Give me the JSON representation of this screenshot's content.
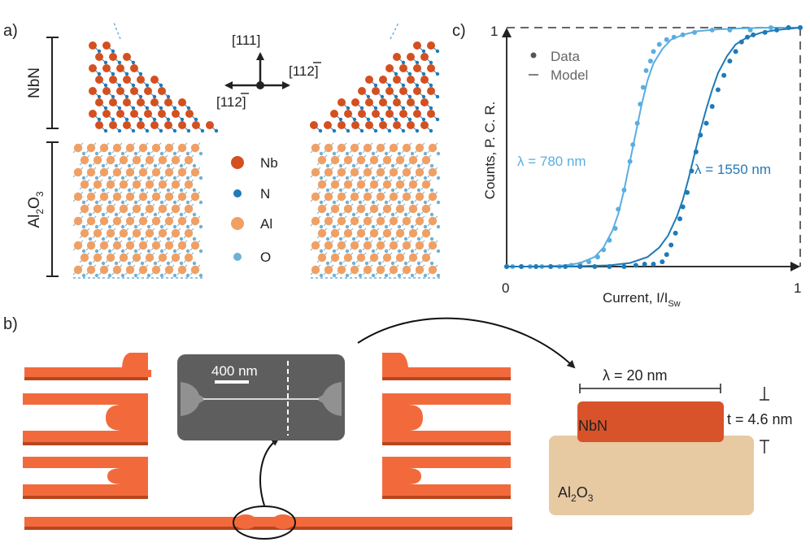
{
  "panels": {
    "a": {
      "label": "a)",
      "film_label": "NbN",
      "substrate_label_main": "Al",
      "substrate_label_sub1": "2",
      "substrate_label_mid": "O",
      "substrate_label_sub2": "3",
      "axis_up": "[111]",
      "axis_right": "[11̅ 2]",
      "axis_left": "[11̅ 2]",
      "axis_right_text": "[112]",
      "axis_left_text": "[112]",
      "legend": [
        {
          "label": "Nb",
          "color": "#d4501f"
        },
        {
          "label": "N",
          "color": "#1f7ab8"
        },
        {
          "label": "Al",
          "color": "#f0a064"
        },
        {
          "label": "O",
          "color": "#6fb0d6"
        }
      ]
    },
    "b": {
      "label": "b)",
      "scale_bar": "400 nm",
      "width_label": "λ = 20 nm",
      "thickness_label": "t = 4.6 nm",
      "film_label": "NbN",
      "substrate_main": "Al",
      "substrate_sub1": "2",
      "substrate_mid": "O",
      "substrate_sub2": "3",
      "colors": {
        "wire": "#f26a3c",
        "wire_shadow": "#b8461e",
        "film": "#d9532a",
        "substrate": "#e7c9a2",
        "sem": "#6a6a6a"
      }
    },
    "c": {
      "label": "c)",
      "ylabel": "Counts, P. C. R.",
      "xlabel_main": "Current, I/I",
      "xlabel_sub": "Sw",
      "x_tick_0": "0",
      "x_tick_1": "1",
      "y_tick_1": "1",
      "legend_data": "Data",
      "legend_model": "Model",
      "series_780_label": "λ = 780 nm",
      "series_1550_label": "λ = 1550 nm"
    }
  },
  "chart_data": {
    "type": "scatter",
    "xlabel": "Current, I/I_Sw",
    "ylabel": "Counts, P. C. R.",
    "xlim": [
      0,
      1
    ],
    "ylim": [
      0,
      1
    ],
    "legend": [
      "Data",
      "Model"
    ],
    "series": [
      {
        "name": "λ = 780 nm",
        "color": "#5aaee0",
        "data_x": [
          0.0,
          0.02,
          0.05,
          0.08,
          0.12,
          0.15,
          0.18,
          0.22,
          0.25,
          0.28,
          0.31,
          0.33,
          0.35,
          0.37,
          0.38,
          0.4,
          0.42,
          0.43,
          0.445,
          0.455,
          0.465,
          0.475,
          0.49,
          0.5,
          0.52,
          0.545,
          0.57,
          0.6,
          0.64,
          0.7,
          0.76,
          0.83,
          0.9,
          0.96,
          1.0
        ],
        "data_y": [
          0.0,
          0.0,
          0.0,
          0.0,
          0.0,
          0.0,
          0.0,
          0.005,
          0.01,
          0.02,
          0.04,
          0.07,
          0.11,
          0.16,
          0.24,
          0.32,
          0.44,
          0.51,
          0.6,
          0.68,
          0.75,
          0.82,
          0.86,
          0.9,
          0.93,
          0.95,
          0.96,
          0.97,
          0.98,
          0.99,
          0.99,
          0.99,
          1.0,
          1.0,
          1.0
        ],
        "model_x": [
          0.0,
          0.1,
          0.2,
          0.25,
          0.3,
          0.33,
          0.36,
          0.38,
          0.4,
          0.42,
          0.44,
          0.46,
          0.48,
          0.5,
          0.53,
          0.56,
          0.6,
          0.65,
          0.72,
          0.8,
          0.9,
          1.0
        ],
        "model_y": [
          0.0,
          0.0,
          0.005,
          0.015,
          0.04,
          0.08,
          0.15,
          0.22,
          0.32,
          0.44,
          0.56,
          0.68,
          0.78,
          0.85,
          0.91,
          0.95,
          0.97,
          0.985,
          0.993,
          0.997,
          1.0,
          1.0
        ]
      },
      {
        "name": "λ = 1550 nm",
        "color": "#1f7ab8",
        "data_x": [
          0.0,
          0.05,
          0.1,
          0.15,
          0.2,
          0.25,
          0.3,
          0.35,
          0.4,
          0.44,
          0.47,
          0.5,
          0.53,
          0.545,
          0.56,
          0.575,
          0.59,
          0.6,
          0.615,
          0.63,
          0.645,
          0.66,
          0.68,
          0.7,
          0.72,
          0.74,
          0.76,
          0.78,
          0.8,
          0.82,
          0.84,
          0.88,
          0.92,
          0.96,
          1.0
        ],
        "data_y": [
          0.0,
          0.0,
          0.0,
          0.0,
          0.0,
          0.0,
          0.0,
          0.0,
          0.0,
          0.005,
          0.01,
          0.01,
          0.02,
          0.05,
          0.09,
          0.14,
          0.2,
          0.25,
          0.31,
          0.4,
          0.48,
          0.55,
          0.6,
          0.67,
          0.74,
          0.8,
          0.86,
          0.9,
          0.94,
          0.96,
          0.97,
          0.98,
          0.99,
          1.0,
          1.0
        ],
        "model_x": [
          0.0,
          0.2,
          0.35,
          0.42,
          0.48,
          0.52,
          0.55,
          0.58,
          0.6,
          0.62,
          0.64,
          0.66,
          0.68,
          0.7,
          0.72,
          0.75,
          0.78,
          0.82,
          0.87,
          0.92,
          1.0
        ],
        "model_y": [
          0.0,
          0.0,
          0.005,
          0.015,
          0.04,
          0.08,
          0.13,
          0.21,
          0.28,
          0.37,
          0.47,
          0.57,
          0.66,
          0.74,
          0.81,
          0.88,
          0.93,
          0.96,
          0.98,
          0.99,
          1.0
        ]
      }
    ]
  }
}
